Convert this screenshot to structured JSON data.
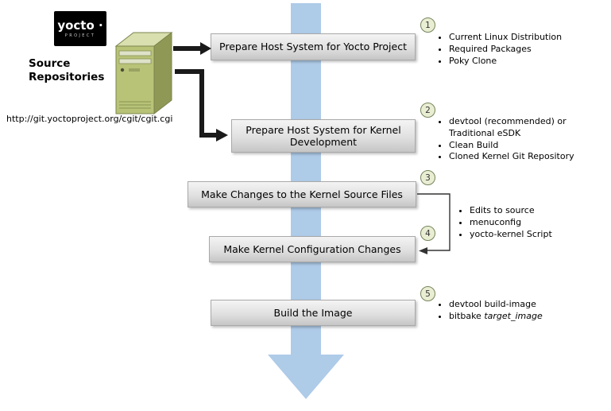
{
  "logo": {
    "brand": "yocto ·",
    "subtext": "PROJECT"
  },
  "source_repositories": {
    "label_line1": "Source",
    "label_line2": "Repositories",
    "url": "http://git.yoctoproject.org/cgit/cgit.cgi"
  },
  "steps": [
    {
      "num": "1",
      "label": "Prepare Host System for Yocto Project",
      "bullets": [
        "Current Linux Distribution",
        "Required Packages",
        "Poky Clone"
      ]
    },
    {
      "num": "2",
      "label": "Prepare Host System for Kernel Development",
      "bullets": [
        "devtool (recommended) or Traditional eSDK",
        "Clean Build",
        "Cloned Kernel Git Repository"
      ]
    },
    {
      "num": "3",
      "label": "Make Changes to the Kernel Source Files"
    },
    {
      "num": "4",
      "label": "Make Kernel Configuration Changes"
    },
    {
      "num": "5",
      "label": "Build the Image",
      "bullet_1": "devtool build-image",
      "bullet_2_pre": "bitbake ",
      "bullet_2_em": "target_image"
    }
  ],
  "shared_bullets_steps_3_4": [
    "Edits to source",
    "menuconfig",
    "yocto-kernel Script"
  ],
  "colors": {
    "flow_arrow": "#aecbe8",
    "box_gradient_top": "#f4f4f4",
    "box_gradient_bottom": "#c6c6c6",
    "circle_fill": "#e9eed3",
    "circle_border": "#75845c",
    "server_front": "#b9c378",
    "server_top": "#d9dfae",
    "server_side": "#8f9955",
    "connector": "#1a1a1a"
  }
}
